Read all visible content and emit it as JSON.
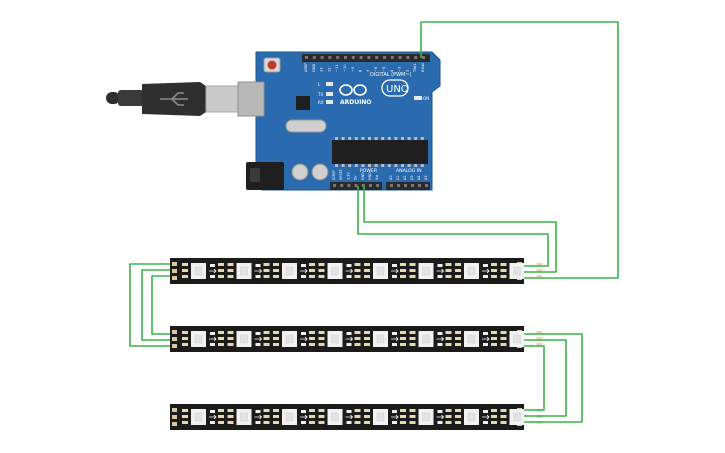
{
  "board": {
    "brand": "ARDUINO",
    "model": "UNO",
    "digital_label": "DIGITAL (PWM~)",
    "power_label": "POWER",
    "analog_label": "ANALOG IN",
    "tx_label": "TX",
    "rx_label": "RX",
    "led_label": "L",
    "on_label": "ON",
    "reset_label": "RESET",
    "top_header_labels": [
      "AREF",
      "GND",
      "13",
      "12",
      "~11",
      "~10",
      "~9",
      "8",
      "7",
      "~6",
      "~5",
      "4",
      "~3",
      "2",
      "TX▸1",
      "RX◂0"
    ],
    "power_header_labels": [
      "IOREF",
      "RESET",
      "3.3V",
      "5V",
      "GND",
      "GND",
      "Vin"
    ],
    "analog_header_labels": [
      "A0",
      "A1",
      "A2",
      "A3",
      "A4",
      "A5"
    ]
  },
  "colors": {
    "board": "#2a6bb0",
    "board_edge": "#1f568f",
    "wire": "#3cb34a",
    "strip": "#1b1b1b",
    "header": "#2b2b2b",
    "cable": "#2f2f2f",
    "usb_metal": "#c9c9c9"
  },
  "strips": [
    {
      "name": "led-strip-1",
      "pixels": 8
    },
    {
      "name": "led-strip-2",
      "pixels": 8
    },
    {
      "name": "led-strip-3",
      "pixels": 8
    }
  ]
}
